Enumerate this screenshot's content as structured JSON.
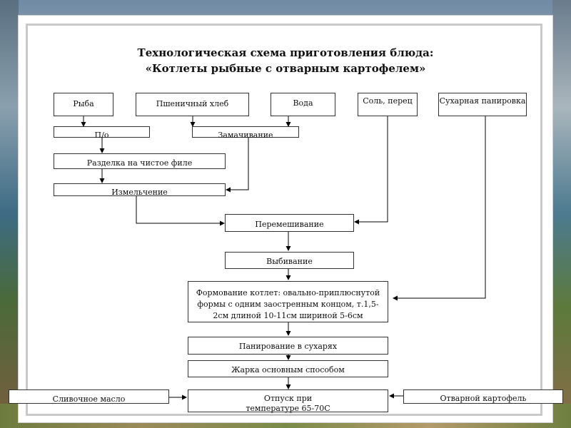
{
  "title": {
    "line1": "Технологическая схема приготовления блюда:",
    "line2": "«Котлеты рыбные с отварным картофелем»"
  },
  "inputs": {
    "fish": "Рыба",
    "bread": "Пшеничный хлеб",
    "water": "Вода",
    "salt_pepper": "Соль, перец",
    "breadcrumbs": "Сухарная панировка"
  },
  "steps": {
    "processing": "П/о",
    "soaking": "Замачивание",
    "filleting": "Разделка на чистое филе",
    "grinding": "Измельчение",
    "mixing": "Перемешивание",
    "beating": "Выбивание",
    "forming": "Формование котлет: овально-приплюснутой формы с одним заостренным концом, т.1,5-2см длиной 10-11см шириной 5-6см",
    "breading": "Панирование в сухарях",
    "frying": "Жарка основным способом",
    "serving": "Отпуск при температуре 65-70С"
  },
  "garnish": {
    "butter": "Сливочное масло",
    "potatoes": "Отварной картофель"
  }
}
